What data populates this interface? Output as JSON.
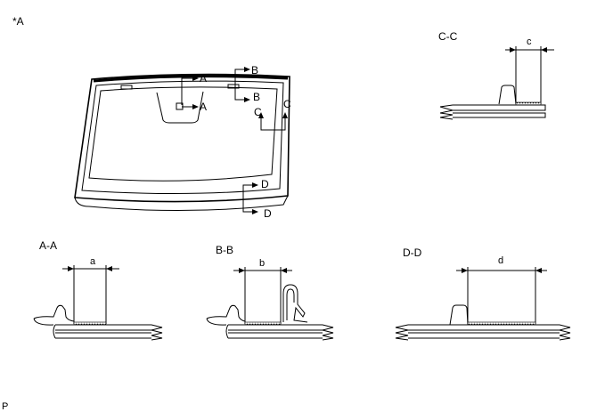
{
  "figure": {
    "ref_mark": "*A",
    "footer_code": "P"
  },
  "windshield": {
    "callouts": [
      "A",
      "A",
      "B",
      "B",
      "C",
      "C",
      "D",
      "D"
    ]
  },
  "sections": [
    {
      "id": "cc",
      "title": "C-C",
      "dimension": "c"
    },
    {
      "id": "aa",
      "title": "A-A",
      "dimension": "a"
    },
    {
      "id": "bb",
      "title": "B-B",
      "dimension": "b"
    },
    {
      "id": "dd",
      "title": "D-D",
      "dimension": "d"
    }
  ]
}
